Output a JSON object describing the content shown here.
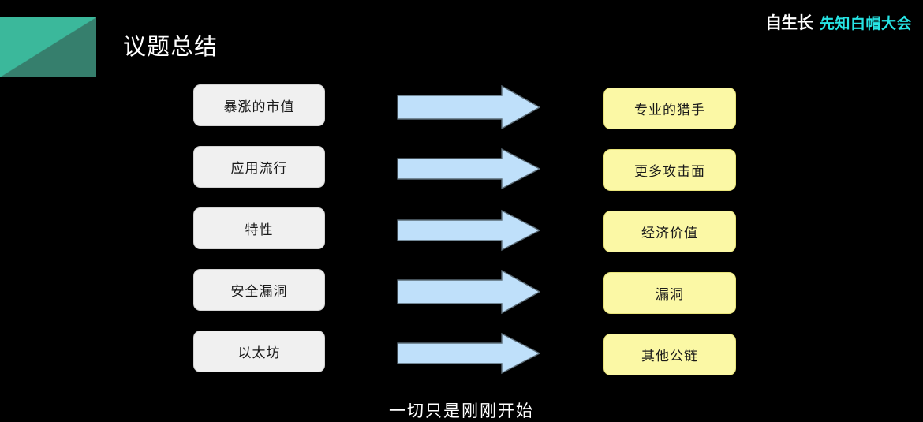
{
  "slide": {
    "background_color": "#000000",
    "title": "议题总结",
    "caption": "一切只是刚刚开始"
  },
  "brand": {
    "mark": "自生长",
    "name": "先知白帽大会",
    "mark_color": "#ffffff",
    "name_color": "#27e4e4"
  },
  "decoration": {
    "light_teal": "#3bb89b",
    "dark_teal": "#367f6d"
  },
  "diagram": {
    "arrow_fill": "#bfe0fa",
    "arrow_stroke": "#5a6a75",
    "left_node_color": "#f0f0f0",
    "right_node_color": "#fbf8a5",
    "rows": [
      {
        "left": "暴涨的市值",
        "arrow": "right-arrow-icon",
        "right": "专业的猎手"
      },
      {
        "left": "应用流行",
        "arrow": "right-arrow-icon",
        "right": "更多攻击面"
      },
      {
        "left": "特性",
        "arrow": "right-arrow-icon",
        "right": "经济价值"
      },
      {
        "left": "安全漏洞",
        "arrow": "right-arrow-icon",
        "right": "漏洞"
      },
      {
        "left": "以太坊",
        "arrow": "right-arrow-icon",
        "right": "其他公链"
      }
    ]
  }
}
